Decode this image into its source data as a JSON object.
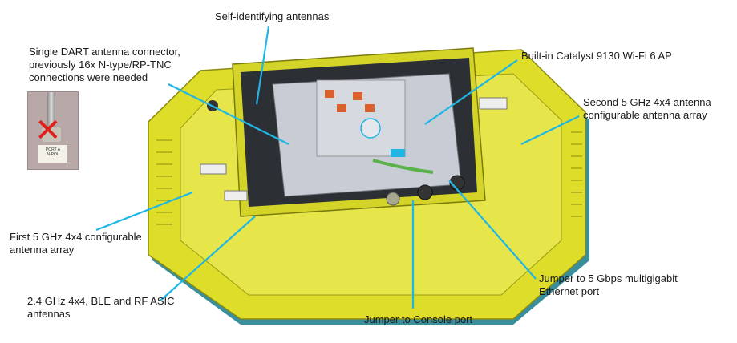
{
  "callouts": {
    "self_identifying": "Self-identifying antennas",
    "dart_connector": "Single DART antenna connector,\npreviously 16x N-type/RP-TNC\nconnections were needed",
    "built_in_ap": "Built-in Catalyst 9130 Wi-Fi 6 AP",
    "second_array": "Second 5 GHz 4x4 antenna\nconfigurable antenna array",
    "first_array": "First 5 GHz 4x4 configurable\nantenna array",
    "ble_asic": "2.4 GHz 4x4, BLE and RF ASIC\nantennas",
    "console_port": "Jumper to Console port",
    "ethernet_port": "Jumper to 5 Gbps multigigabit\nEthernet port"
  },
  "photo_inset": {
    "tag_text": "PORT A\nN-POL"
  },
  "colors": {
    "callout_line": "#1fb6e6",
    "housing": "#dede2a",
    "housing_dark": "#b4b41c",
    "base": "#3a8f9c",
    "ap_body": "#c8ccd4"
  }
}
